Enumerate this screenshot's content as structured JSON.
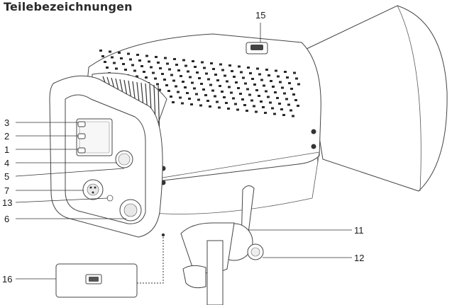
{
  "title": "Teilebezeichnungen",
  "callouts": [
    {
      "id": "15",
      "label": "15"
    },
    {
      "id": "3",
      "label": "3"
    },
    {
      "id": "2",
      "label": "2"
    },
    {
      "id": "1",
      "label": "1"
    },
    {
      "id": "4",
      "label": "4"
    },
    {
      "id": "5",
      "label": "5"
    },
    {
      "id": "7",
      "label": "7"
    },
    {
      "id": "13",
      "label": "13"
    },
    {
      "id": "6",
      "label": "6"
    },
    {
      "id": "11",
      "label": "11"
    },
    {
      "id": "12",
      "label": "12"
    },
    {
      "id": "16",
      "label": "16"
    }
  ],
  "colors": {
    "line": "#333333",
    "text": "#1a1a1a",
    "vent": "#2a2a2a"
  }
}
